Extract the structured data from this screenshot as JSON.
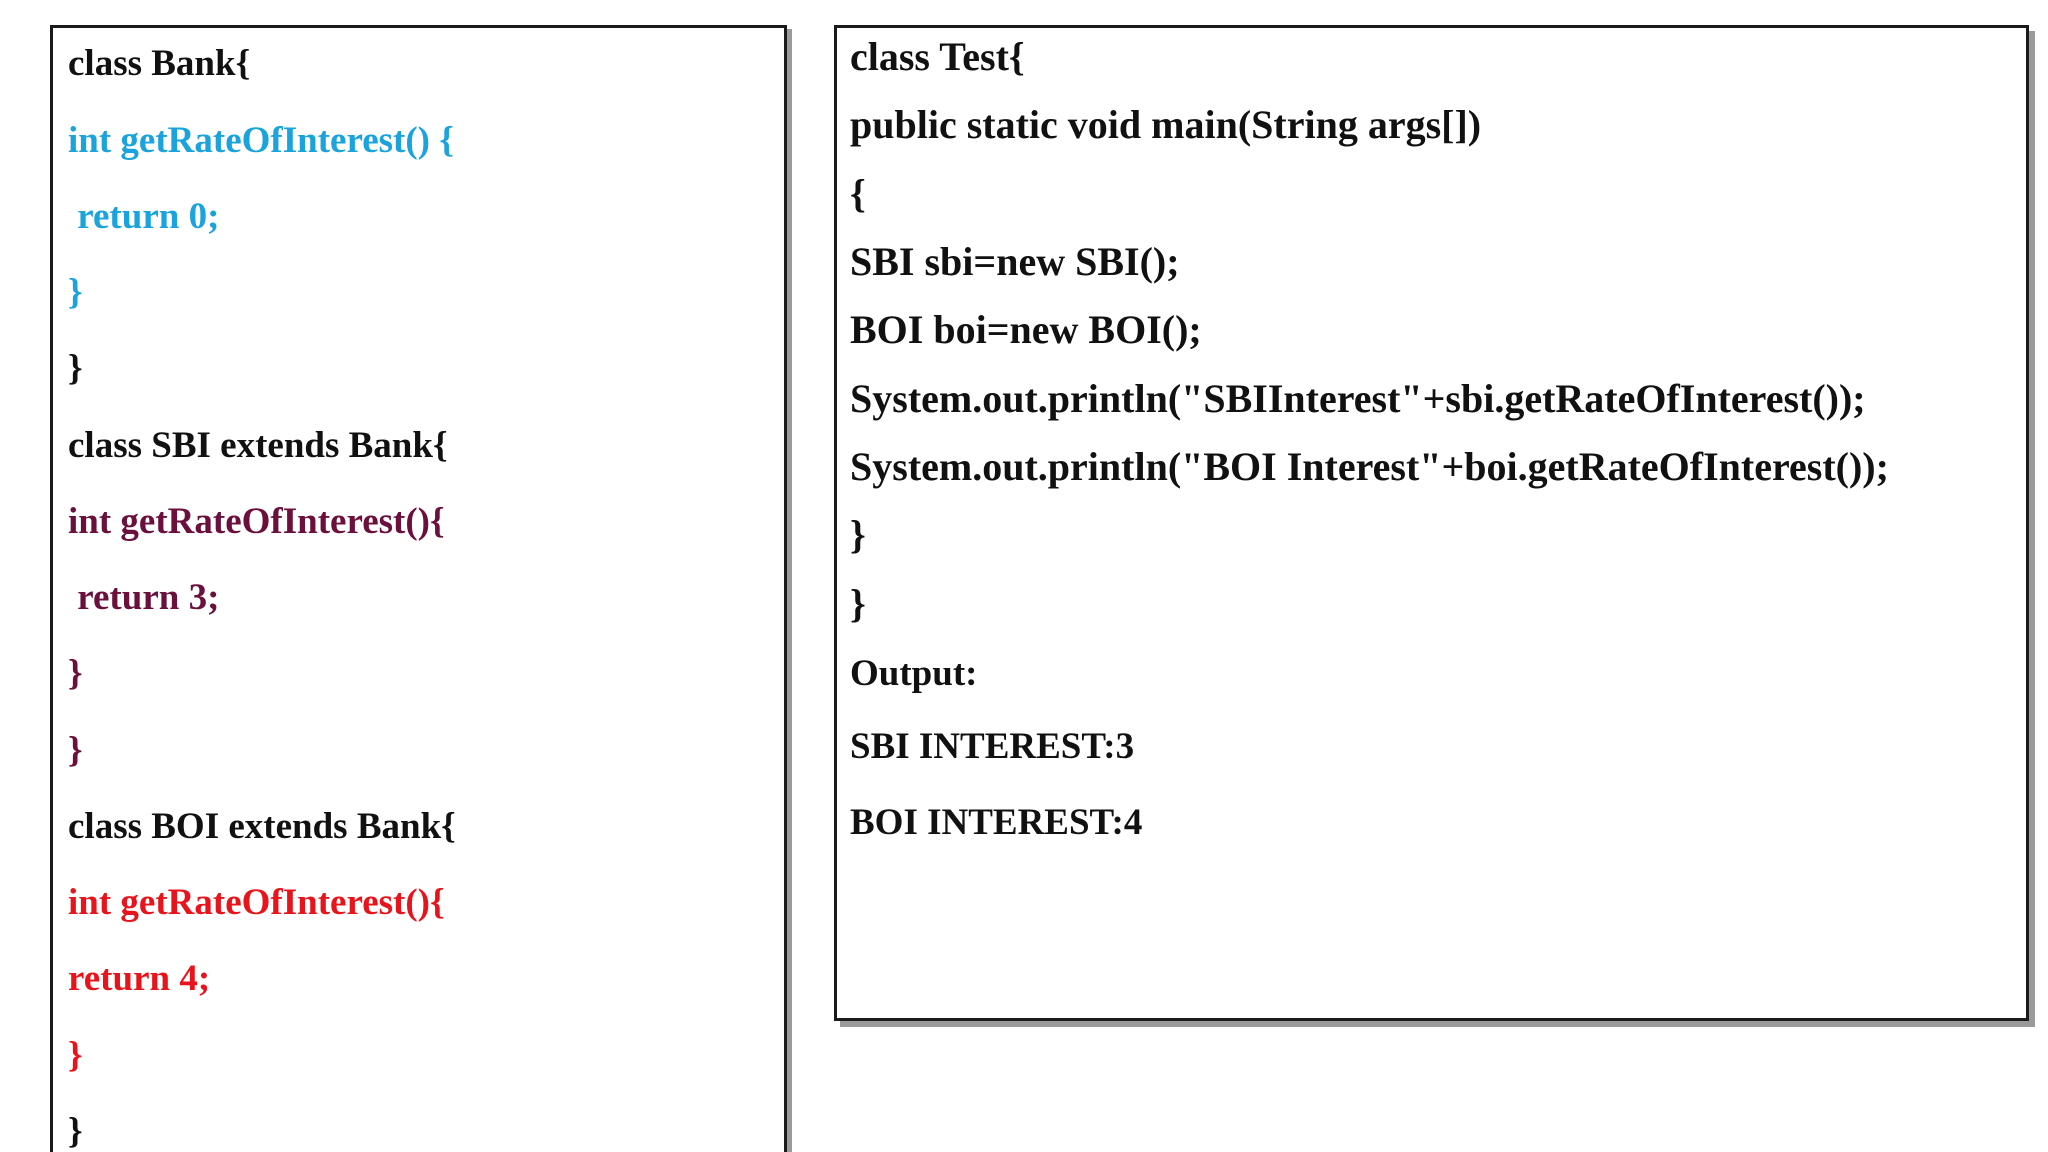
{
  "bank_code": {
    "colors": {
      "default": "#111111",
      "bank_method": "#1aa3dd",
      "sbi_method": "#6b0f3c",
      "boi_method": "#e8141c"
    },
    "lines": [
      {
        "text": "class Bank{",
        "color": "#111111"
      },
      {
        "text": "int getRateOfInterest() {",
        "color": "#1aa3dd"
      },
      {
        "text": " return 0;",
        "color": "#1aa3dd"
      },
      {
        "text": "}",
        "color": "#1aa3dd"
      },
      {
        "text": "}",
        "color": "#111111"
      },
      {
        "text": "class SBI extends Bank{",
        "color": "#111111"
      },
      {
        "text": "int getRateOfInterest(){",
        "color": "#6b0f3c"
      },
      {
        "text": " return 3;",
        "color": "#6b0f3c"
      },
      {
        "text": "}",
        "color": "#6b0f3c"
      },
      {
        "text": "}",
        "color": "#6b0f3c"
      },
      {
        "text": "class BOI extends Bank{",
        "color": "#111111"
      },
      {
        "text": "int getRateOfInterest(){",
        "color": "#e8141c"
      },
      {
        "text": "return 4;",
        "color": "#e8141c"
      },
      {
        "text": "}",
        "color": "#e8141c"
      },
      {
        "text": "}",
        "color": "#111111"
      }
    ]
  },
  "test_code": {
    "lines": [
      "class Test{",
      "public static void main(String args[])",
      "{",
      "SBI sbi=new SBI();",
      "BOI boi=new BOI();",
      "System.out.println(\"SBIInterest\"+sbi.getRateOfInterest());",
      "System.out.println(\"BOI Interest\"+boi.getRateOfInterest());",
      "}",
      "}"
    ],
    "output_label": "Output:",
    "output_lines": [
      "SBI INTEREST:3",
      "BOI INTEREST:4"
    ]
  }
}
